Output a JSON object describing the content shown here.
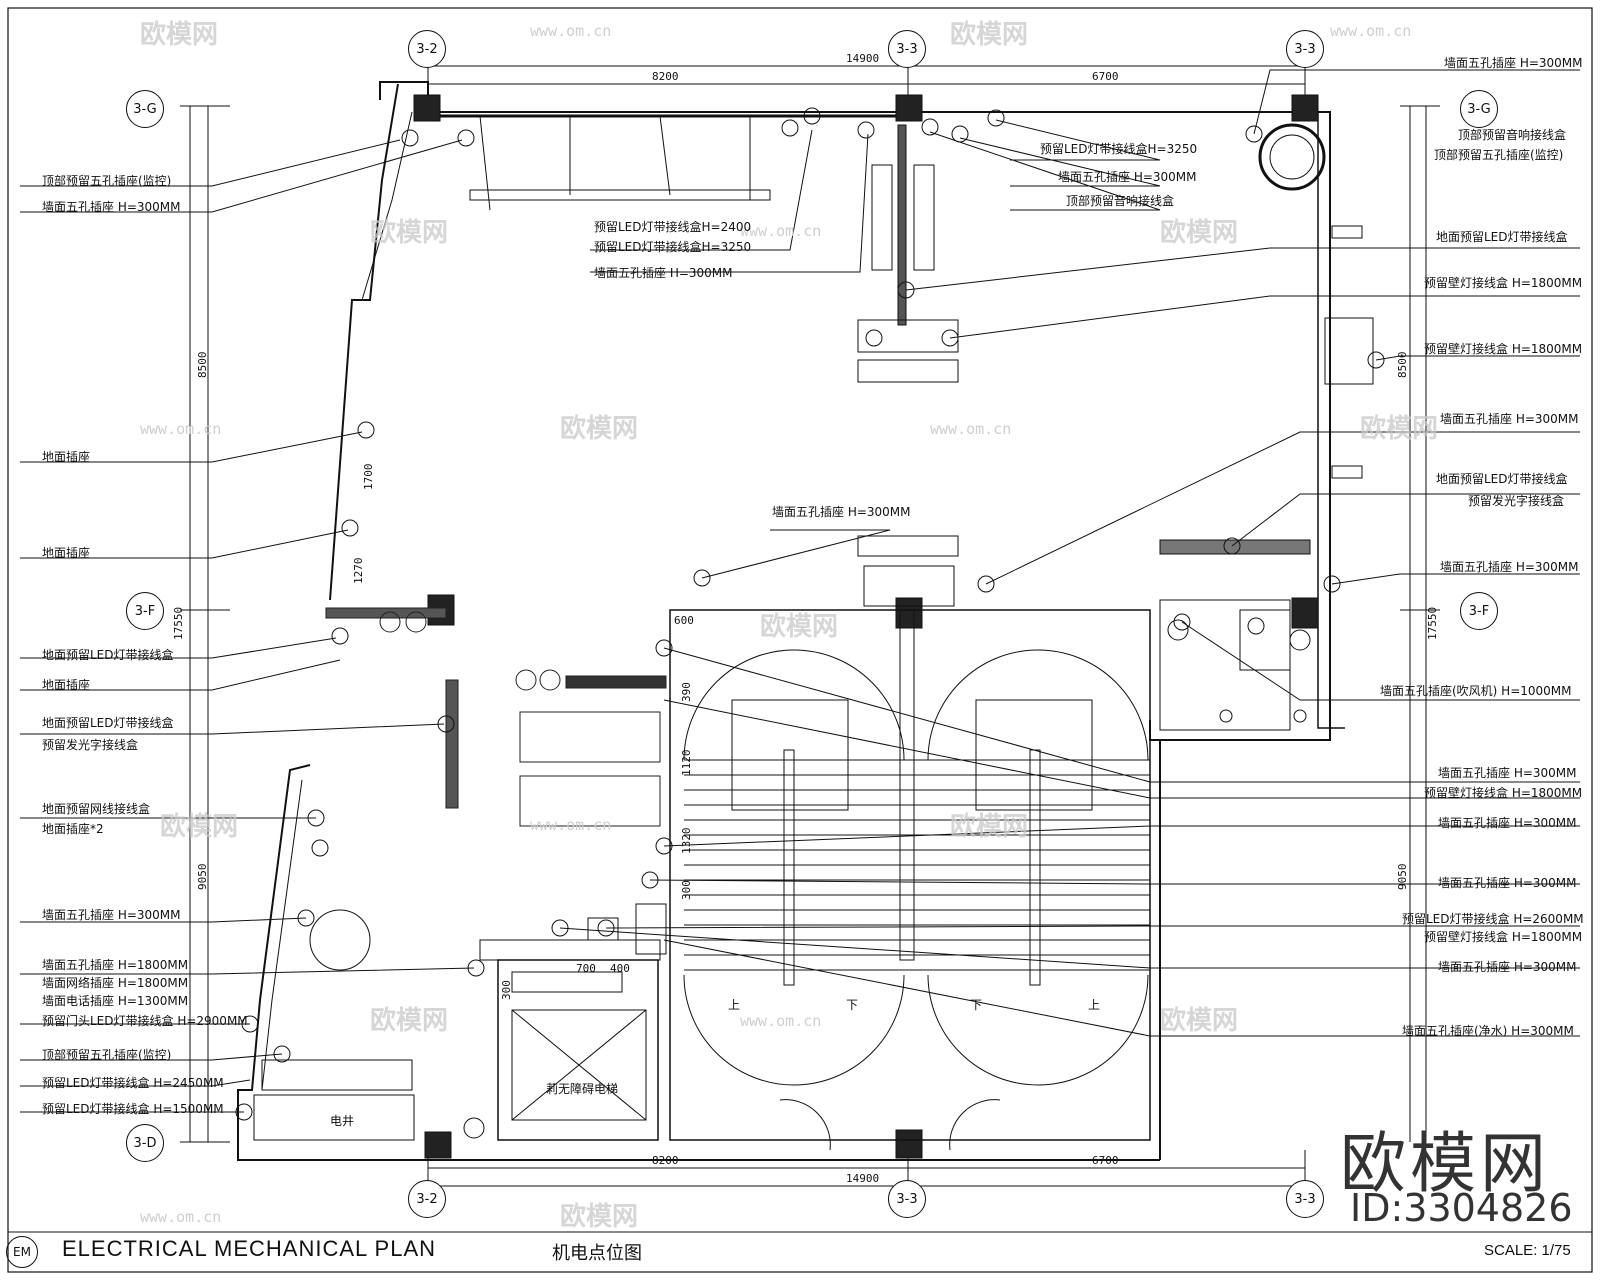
{
  "title": "ELECTRICAL MECHANICAL PLAN",
  "subtitle": "机电点位图",
  "badge": "EM",
  "scale": "SCALE: 1/75",
  "watermark": {
    "brand": "欧模网",
    "url": "www.om.cn",
    "corner_text": "欧模网",
    "id": "ID:3304826"
  },
  "grid_markers": {
    "top": [
      "3-2",
      "3-3",
      "3-3"
    ],
    "bottom": [
      "3-2",
      "3-3",
      "3-3"
    ],
    "left": [
      "3-G",
      "3-F",
      "3-D"
    ],
    "right": [
      "3-G",
      "3-F"
    ]
  },
  "dimensions": {
    "top_total": "14900",
    "top_a": "8200",
    "top_b": "6700",
    "bottom_total": "14900",
    "bottom_a": "8200",
    "bottom_b": "6700",
    "left_total": "17550",
    "left_a": "8500",
    "left_b": "9050",
    "left_c": "1700",
    "left_d": "1270",
    "right_total": "17550",
    "right_a": "8500",
    "right_b": "9050",
    "inner": [
      "600",
      "390",
      "1120",
      "1320",
      "300",
      "700",
      "400",
      "300"
    ]
  },
  "rooms": {
    "shaft": "电井",
    "elevator": "莉无障碍电梯",
    "stair_up_left": "上",
    "stair_down_left": "下",
    "stair_down_right": "下",
    "stair_up_right": "上"
  },
  "labels_left": [
    "顶部预留五孔插座(监控)",
    "墙面五孔插座 H=300MM",
    "地面插座",
    "地面插座",
    "地面预留LED灯带接线盒",
    "地面插座",
    "地面预留LED灯带接线盒",
    "预留发光字接线盒",
    "地面预留网线接线盒",
    "地面插座*2",
    "墙面五孔插座 H=300MM",
    "墙面五孔插座 H=1800MM",
    "墙面网络插座 H=1800MM",
    "墙面电话插座 H=1300MM",
    "预留门头LED灯带接线盒 H=2900MM",
    "顶部预留五孔插座(监控)",
    "预留LED灯带接线盒 H=2450MM",
    "预留LED灯带接线盒 H=1500MM"
  ],
  "labels_center": [
    "预留LED灯带接线盒H=2400",
    "预留LED灯带接线盒H=3250",
    "墙面五孔插座 H=300MM",
    "预留LED灯带接线盒H=3250",
    "墙面五孔插座 H=300MM",
    "顶部预留音响接线盒",
    "墙面五孔插座 H=300MM"
  ],
  "labels_right": [
    "墙面五孔插座 H=300MM",
    "顶部预留音响接线盒",
    "顶部预留五孔插座(监控)",
    "地面预留LED灯带接线盒",
    "预留壁灯接线盒 H=1800MM",
    "预留壁灯接线盒 H=1800MM",
    "墙面五孔插座 H=300MM",
    "地面预留LED灯带接线盒",
    "预留发光字接线盒",
    "墙面五孔插座 H=300MM",
    "墙面五孔插座(吹风机) H=1000MM",
    "墙面五孔插座 H=300MM",
    "预留壁灯接线盒 H=1800MM",
    "墙面五孔插座 H=300MM",
    "墙面五孔插座 H=300MM",
    "预留LED灯带接线盒 H=2600MM",
    "预留壁灯接线盒 H=1800MM",
    "墙面五孔插座 H=300MM",
    "墙面五孔插座(净水) H=300MM"
  ]
}
